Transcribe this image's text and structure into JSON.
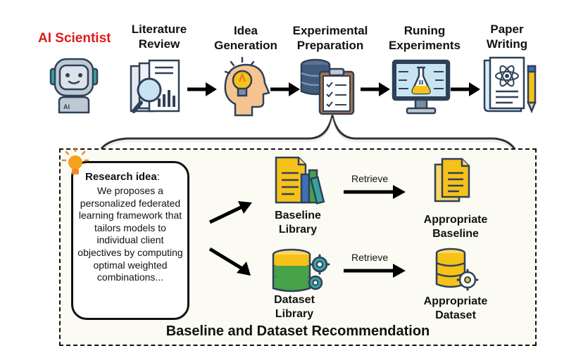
{
  "pipeline": {
    "agent_label": "AI Scientist",
    "stages": [
      {
        "line1": "Literature",
        "line2": "Review"
      },
      {
        "line1": "Idea",
        "line2": "Generation"
      },
      {
        "line1": "Experimental",
        "line2": "Preparation"
      },
      {
        "line1": "Runing",
        "line2": "Experiments"
      },
      {
        "line1": "Paper",
        "line2": "Writing"
      }
    ]
  },
  "research_idea": {
    "heading": "Research idea",
    "colon": ":",
    "body": "We proposes a personalized federated learning framework that tailors models to individual client objectives by computing optimal weighted combinations..."
  },
  "libraries": {
    "baseline": {
      "line1": "Baseline",
      "line2": "Library"
    },
    "dataset": {
      "line1": "Dataset",
      "line2": "Library"
    }
  },
  "retrieve_label": "Retrieve",
  "outputs": {
    "baseline": {
      "line1": "Appropriate",
      "line2": "Baseline"
    },
    "dataset": {
      "line1": "Appropriate",
      "line2": "Dataset"
    }
  },
  "section_title": "Baseline and Dataset Recommendation",
  "colors": {
    "agent_red": "#e01b1b",
    "yellow": "#f6c21a",
    "blue": "#3f6fb5",
    "green": "#47a24a",
    "teal": "#37a3a0",
    "navy": "#2f4159"
  },
  "icons": [
    "robot-icon",
    "documents-magnifier-icon",
    "idea-head-icon",
    "database-clipboard-icon",
    "monitor-flask-icon",
    "paper-atom-icon",
    "lightbulb-icon",
    "baseline-library-icon",
    "dataset-library-icon",
    "baseline-document-icon",
    "dataset-database-icon"
  ]
}
